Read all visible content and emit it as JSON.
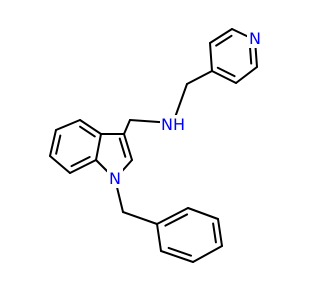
{
  "molecule": {
    "labels": {
      "pyridine_n": "N",
      "amine_nh": "NH",
      "indole_n": "N"
    },
    "colors": {
      "bond": "#000000",
      "nitrogen": "#0000ff",
      "background": "#ffffff"
    }
  }
}
